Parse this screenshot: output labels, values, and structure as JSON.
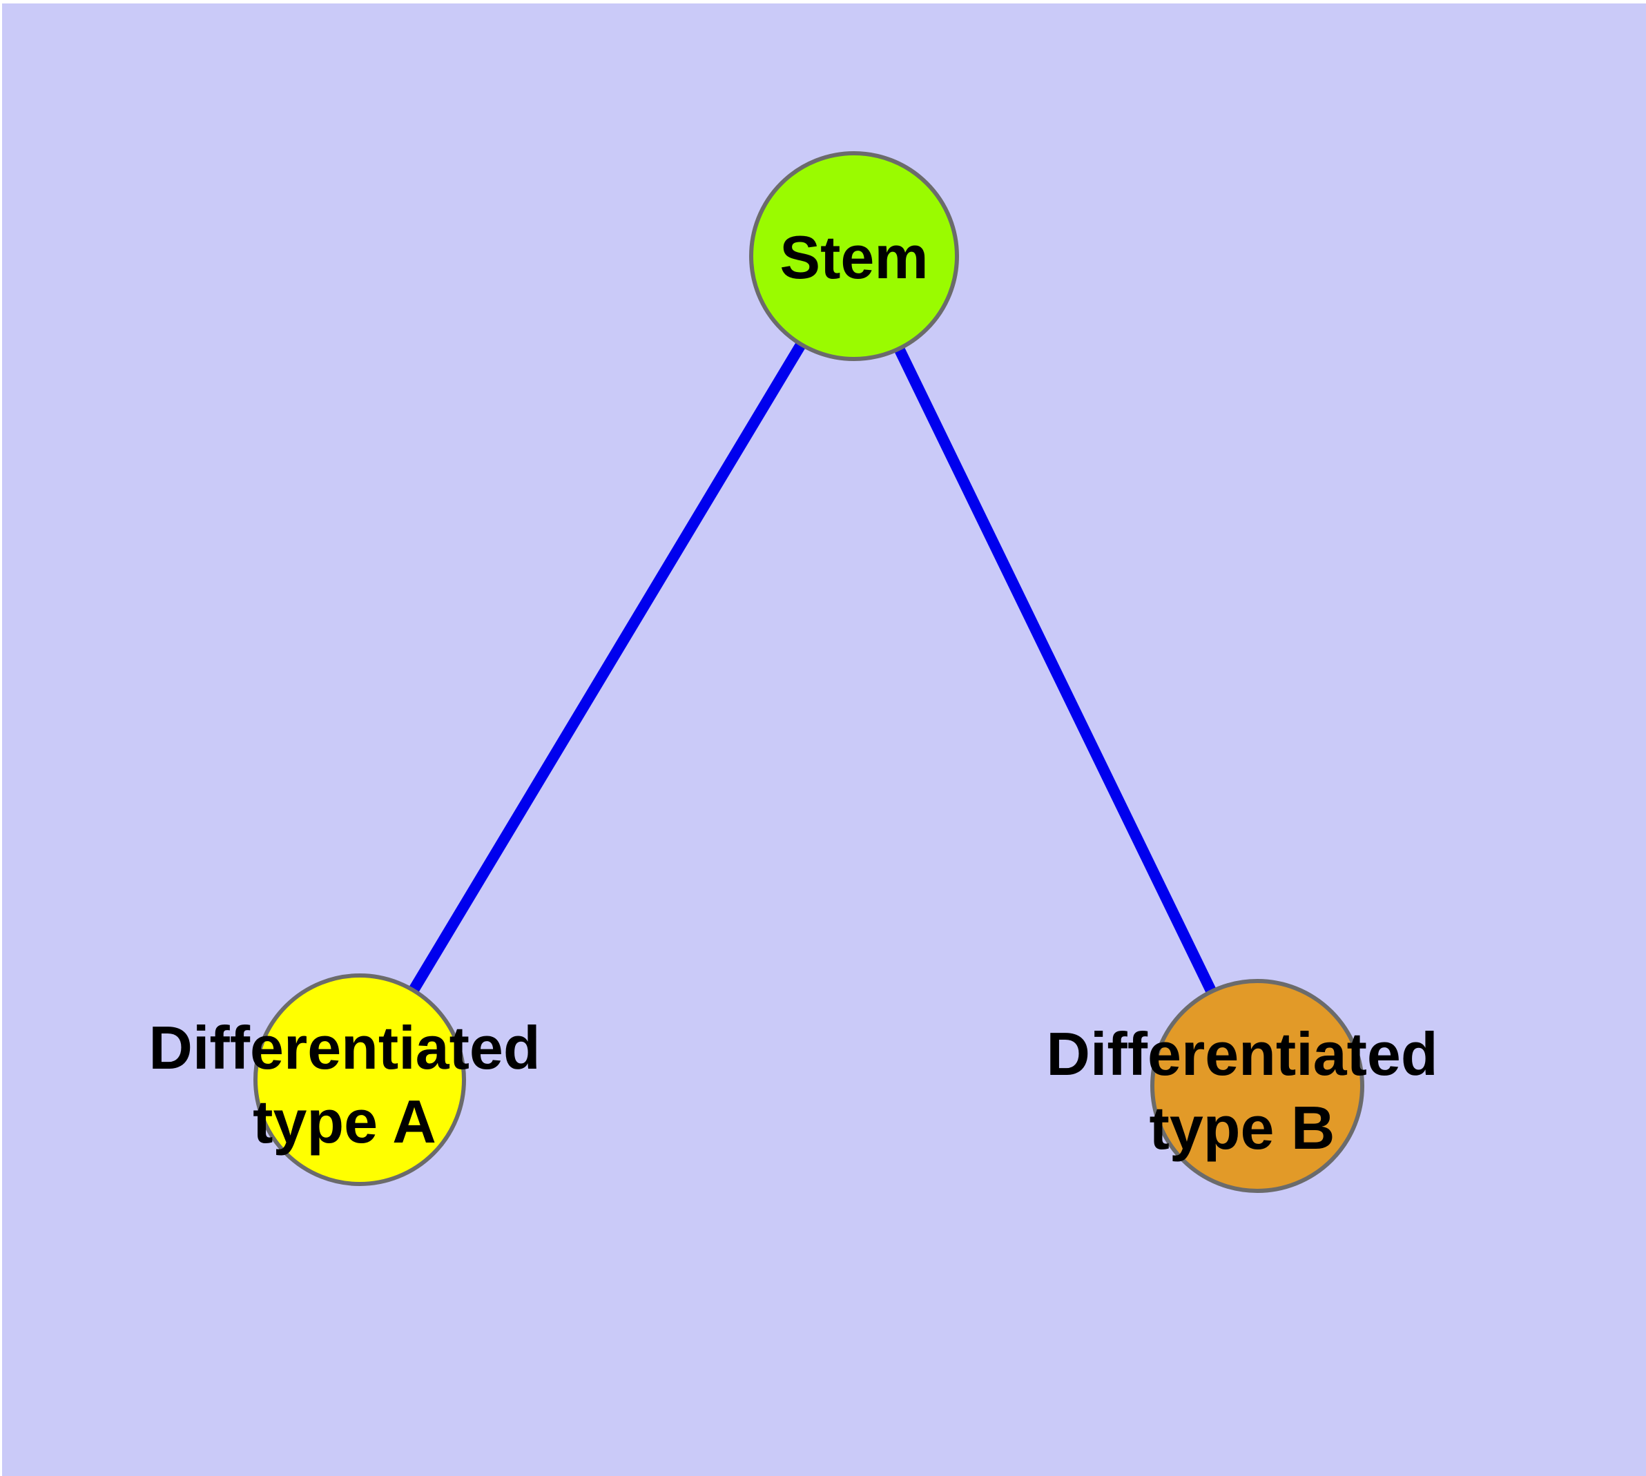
{
  "diagram": {
    "background_color": "#cacaf8",
    "margin_color": "#ffffff",
    "edge_color": "#0000ee",
    "node_border_color": "#6b6b6b",
    "label_color": "#000000",
    "nodes": [
      {
        "id": "stem",
        "label": "Stem",
        "fill_color": "#9afb00"
      },
      {
        "id": "differentiated-type-a",
        "label_line1": "Differentiated",
        "label_line2": "type A",
        "label_full": "Differentiated type A",
        "fill_color": "#ffff00"
      },
      {
        "id": "differentiated-type-b",
        "label_line1": "Differentiated",
        "label_line2": "type B",
        "label_full": "Differentiated type B",
        "fill_color": "#e29a28"
      }
    ],
    "edges": [
      {
        "from": "Stem",
        "to": "Differentiated type A"
      },
      {
        "from": "Stem",
        "to": "Differentiated type B"
      }
    ]
  }
}
